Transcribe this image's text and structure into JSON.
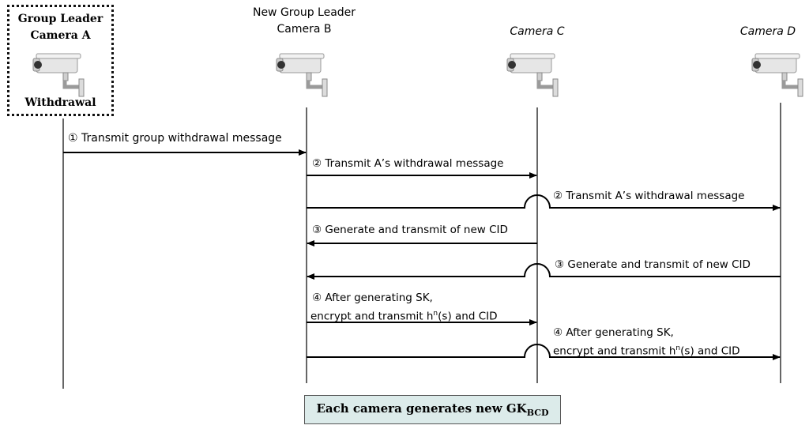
{
  "cameras": {
    "a": {
      "title_line1": "Group Leader",
      "title_line2": "Camera A",
      "status": "Withdrawal"
    },
    "b": {
      "title_line1": "New Group Leader",
      "title_line2": "Camera B"
    },
    "c": {
      "title": "Camera C"
    },
    "d": {
      "title": "Camera D"
    }
  },
  "messages": [
    {
      "step": "①",
      "text": "Transmit group withdrawal message"
    },
    {
      "step": "②",
      "text": "Transmit A’s withdrawal  message"
    },
    {
      "step": "②",
      "text": "Transmit A’s withdrawal  message"
    },
    {
      "step": "③",
      "text": "Generate and transmit of new CID"
    },
    {
      "step": "③",
      "text": "Generate and transmit of new CID"
    },
    {
      "step": "④",
      "line1": "After generating SK,",
      "line2_pre": "encrypt and transmit h",
      "line2_sup": "n",
      "line2_post": "(s) and CID"
    },
    {
      "step": "④",
      "line1": "After generating SK,",
      "line2_pre": "encrypt and transmit h",
      "line2_sup": "n",
      "line2_post": "(s) and CID"
    }
  ],
  "result": {
    "text": "Each camera generates new GK",
    "subscript": "BCD",
    "background": "#dcebea"
  }
}
